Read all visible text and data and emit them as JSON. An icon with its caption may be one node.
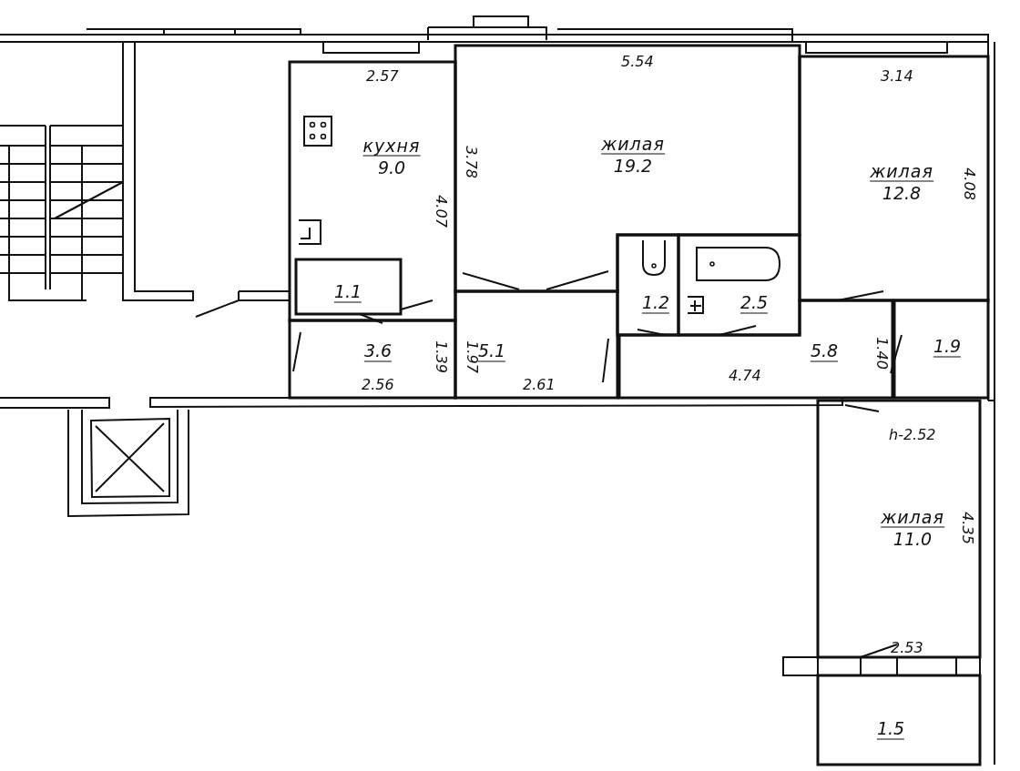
{
  "diagram": {
    "nodes": [
      {
        "text": [
          "кухня",
          "9.0"
        ]
      },
      {
        "text": [
          "жилая",
          "19.2"
        ]
      },
      {
        "text": [
          "жилая",
          "12.8"
        ]
      },
      {
        "text": [
          "1.1"
        ],
        "in": 0
      },
      {
        "text": [
          "3.6"
        ]
      },
      {
        "text": [
          "5.1"
        ]
      },
      {
        "text": [
          "1.2"
        ]
      },
      {
        "text": [
          "2.5"
        ]
      },
      {
        "text": [
          "5.8"
        ]
      },
      {
        "text": [
          "1.9"
        ]
      },
      {
        "text": [
          "жилая",
          "11.0"
        ]
      },
      {
        "text": [
          "1.5"
        ]
      }
    ],
    "labels": [
      "5.54",
      "2.57",
      "3.14",
      "3.78",
      "4.07",
      "4.08",
      "1.39",
      "1.97",
      "1.40",
      "2.56",
      "2.61",
      "4.74",
      "h-2.52",
      "4.35",
      "2.53"
    ]
  }
}
